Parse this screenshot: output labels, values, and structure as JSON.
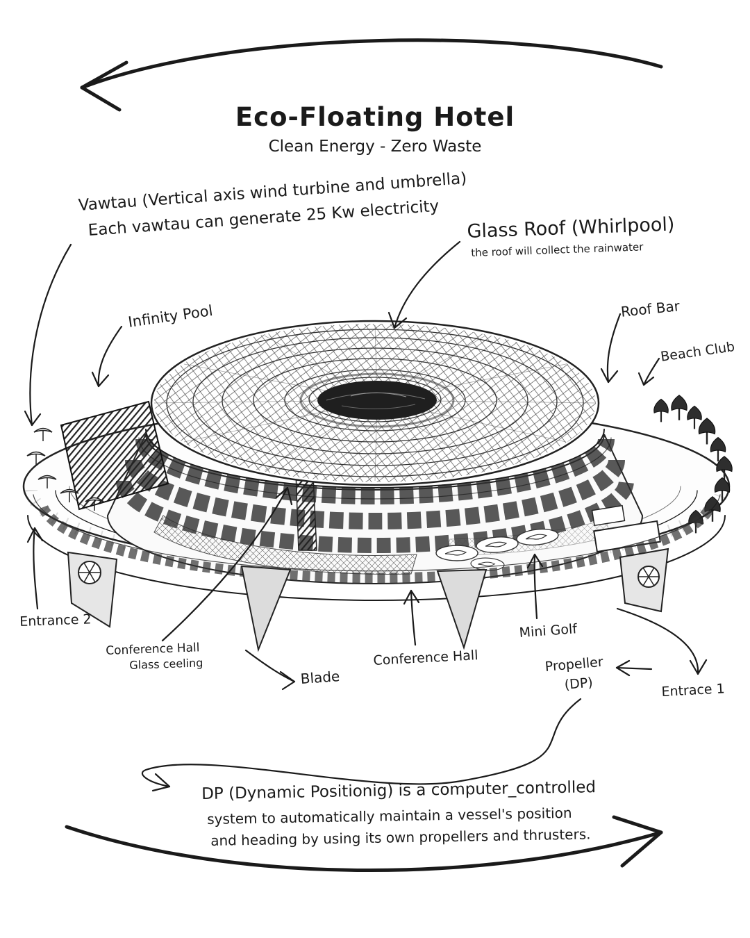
{
  "header": {
    "title": "Eco-Floating Hotel",
    "subtitle": "Clean Energy - Zero Waste"
  },
  "labels": {
    "vawtau": {
      "line1": "Vawtau (Vertical axis wind turbine and umbrella)",
      "line2": "Each vawtau can generate 25 Kw electricity"
    },
    "glass_roof": {
      "title": "Glass Roof (Whirlpool)",
      "subtitle": "the roof will collect the rainwater"
    },
    "infinity_pool": "Infinity Pool",
    "roof_bar": "Roof Bar",
    "beach_club": "Beach Club",
    "entrance_2": "Entrance 2",
    "conference_hall_glass": {
      "line1": "Conference Hall",
      "line2": "Glass ceeling"
    },
    "blade": "Blade",
    "conference_hall": "Conference Hall",
    "mini_golf": "Mini Golf",
    "propeller": {
      "line1": "Propeller",
      "line2": "(DP)"
    },
    "entrance_1": "Entrace 1",
    "dp_note": {
      "line1": "DP (Dynamic Positionig) is a computer_controlled",
      "line2": "system to automatically maintain a vessel's position",
      "line3": "and heading by using its own propellers and thrusters."
    }
  },
  "colors": {
    "ink": "#1a1a1a",
    "paper": "#ffffff",
    "shade": "#2e2e2e"
  }
}
